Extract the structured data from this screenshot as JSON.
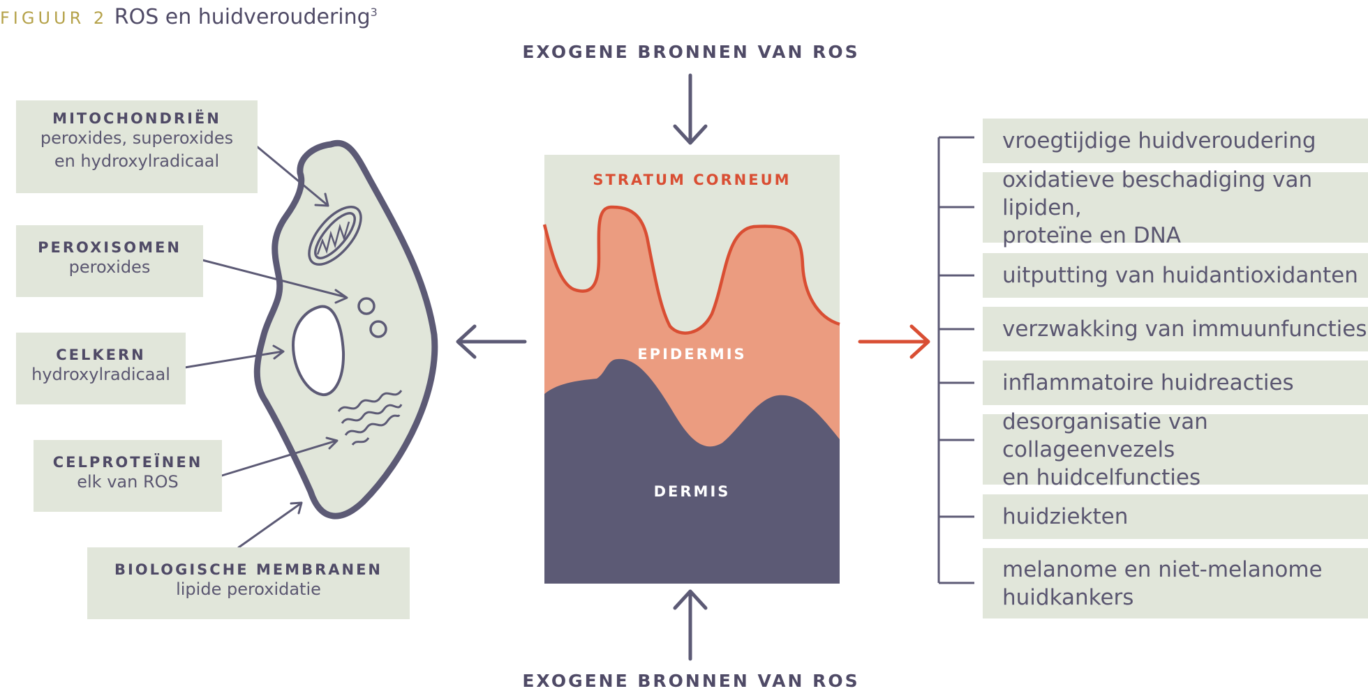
{
  "figure": {
    "label": "FIGUUR 2",
    "title": "ROS en huidveroudering",
    "ref": "3"
  },
  "exogenous": {
    "top": "EXOGENE BRONNEN VAN ROS",
    "bottom": "EXOGENE BRONNEN VAN ROS"
  },
  "skin_layers": {
    "stratum": "STRATUM CORNEUM",
    "epidermis": "EPIDERMIS",
    "dermis": "DERMIS"
  },
  "cell_sources": [
    {
      "heading": "MITOCHONDRIËN",
      "lines": [
        "peroxides, superoxides",
        "en hydroxylradicaal"
      ]
    },
    {
      "heading": "PEROXISOMEN",
      "lines": [
        "peroxides"
      ]
    },
    {
      "heading": "CELKERN",
      "lines": [
        "hydroxylradicaal"
      ]
    },
    {
      "heading": "CELPROTEÏNEN",
      "lines": [
        "elk van ROS"
      ]
    },
    {
      "heading": "BIOLOGISCHE MEMBRANEN",
      "lines": [
        "lipide peroxidatie"
      ]
    }
  ],
  "effects": [
    {
      "lines": [
        "vroegtijdige huidveroudering"
      ]
    },
    {
      "lines": [
        "oxidatieve beschadiging van lipiden,",
        "proteïne en DNA"
      ]
    },
    {
      "lines": [
        "uitputting van huidantioxidanten"
      ]
    },
    {
      "lines": [
        "verzwakking van immuunfuncties"
      ]
    },
    {
      "lines": [
        "inflammatoire huidreacties"
      ]
    },
    {
      "lines": [
        "desorganisatie van collageenvezels",
        "en huidcelfuncties"
      ]
    },
    {
      "lines": [
        "huidziekten"
      ]
    },
    {
      "lines": [
        "melanome en niet-melanome",
        "huidkankers"
      ]
    }
  ],
  "colors": {
    "box_bg": "#e1e6da",
    "dark": "#5c5a75",
    "orange": "#d94e33",
    "salmon": "#eb9c80",
    "gold": "#b5a24a"
  },
  "icons": {
    "arrow": "arrow-icon",
    "cell": "cell-icon",
    "bracket": "bracket-icon"
  }
}
